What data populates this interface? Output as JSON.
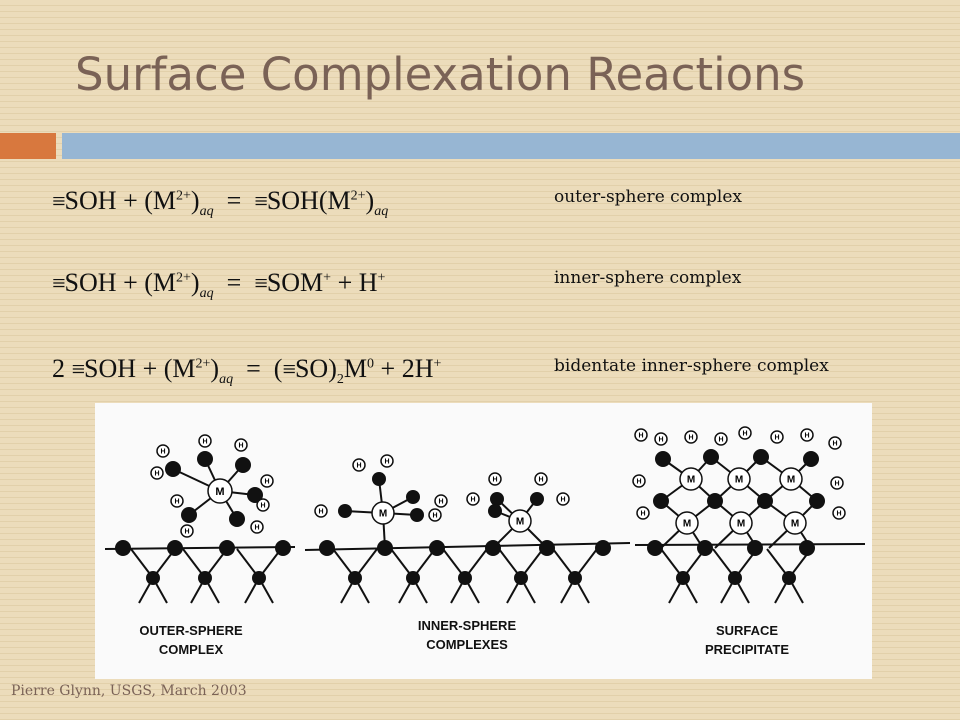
{
  "slide": {
    "title": "Surface Complexation Reactions",
    "footer": "Pierre Glynn, USGS, March 2003",
    "colors": {
      "title": "#7a6256",
      "accent_orange": "#d8783e",
      "accent_blue": "#97b6d3"
    }
  },
  "equations": [
    {
      "label": "outer-sphere complex",
      "coef": "",
      "site": "SOH",
      "metal": "M",
      "charge": "2+",
      "phase": "aq",
      "product": "SOH(M",
      "product_charge": "2+",
      "product_phase": "aq"
    },
    {
      "label": "inner-sphere complex",
      "coef": "",
      "site": "SOH",
      "metal": "M",
      "charge": "2+",
      "phase": "aq",
      "product": "SOM",
      "product_charge": "+",
      "extra": "H",
      "extra_charge": "+"
    },
    {
      "label": "bidentate inner-sphere complex",
      "coef": "2",
      "site": "SOH",
      "metal": "M",
      "charge": "2+",
      "phase": "aq",
      "product": "SO",
      "product_sub": "2",
      "product_metal": "M",
      "product_metal_charge": "0",
      "extra": "2H",
      "extra_charge": "+"
    }
  ],
  "figure": {
    "atom_labels": {
      "metal": "M",
      "hydrogen": "H"
    },
    "captions": {
      "outer": [
        "OUTER-SPHERE",
        "COMPLEX"
      ],
      "inner": [
        "INNER-SPHERE",
        "COMPLEXES"
      ],
      "precipitate": [
        "SURFACE",
        "PRECIPITATE"
      ]
    }
  }
}
